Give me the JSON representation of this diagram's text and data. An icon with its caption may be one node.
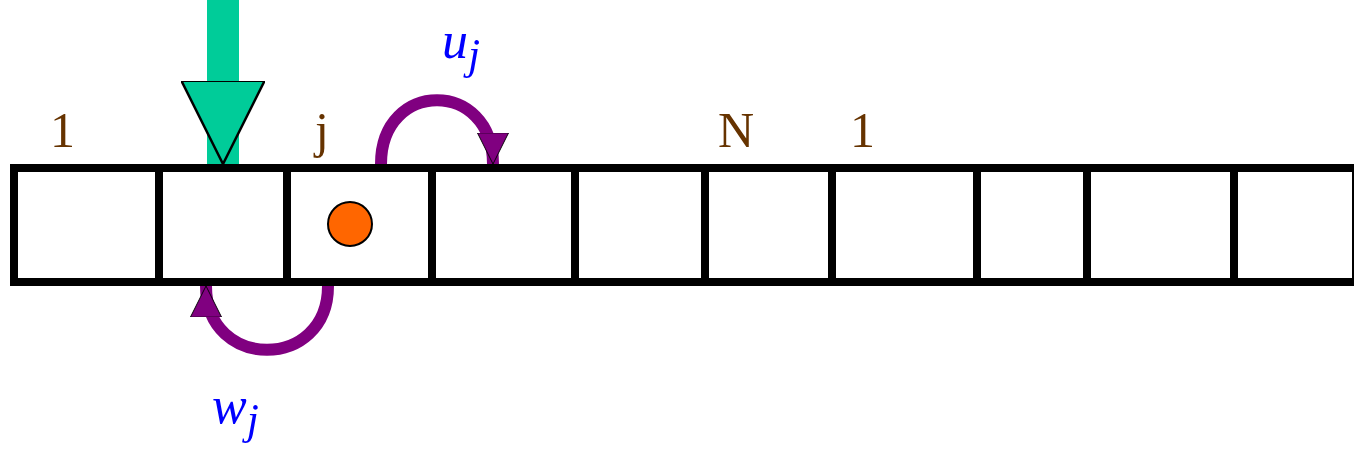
{
  "diagram": {
    "nodes": [
      {
        "text": [],
        "shape": "box"
      },
      {
        "text": [],
        "shape": "box"
      },
      {
        "text": [],
        "shape": "box"
      },
      {
        "text": [],
        "shape": "box"
      },
      {
        "text": [],
        "shape": "box"
      },
      {
        "text": [],
        "shape": "box"
      },
      {
        "text": [],
        "shape": "box"
      },
      {
        "text": [],
        "shape": "box"
      },
      {
        "text": [],
        "shape": "box"
      },
      {
        "text": [],
        "shape": "box"
      },
      {
        "text": [],
        "shape": "circle",
        "in": 2
      }
    ],
    "edges": [
      {
        "from": null,
        "to": 1,
        "arrow": "to",
        "style": "thick",
        "color": "#00cc99"
      },
      {
        "from": 2,
        "to": 3,
        "arrow": "to",
        "label": "u$_{j}$"
      },
      {
        "from": 2,
        "to": 1,
        "arrow": "to",
        "label": "w$_{j}$"
      }
    ],
    "labels": [
      "1",
      "j",
      "N",
      "1"
    ]
  }
}
